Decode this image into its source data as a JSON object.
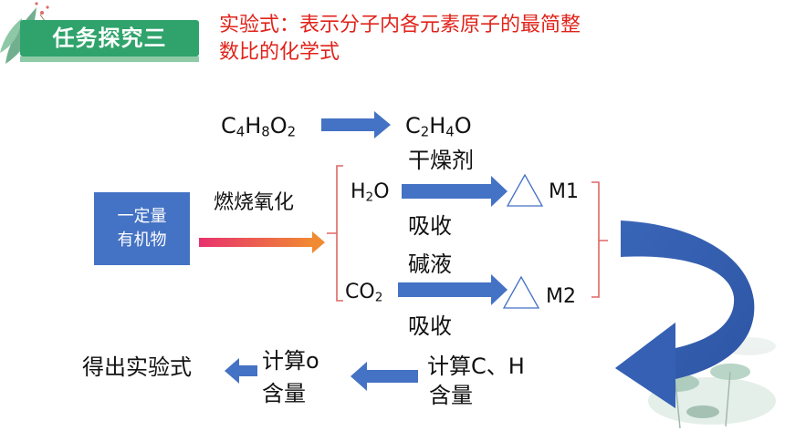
{
  "badge": {
    "title": "任务探究三"
  },
  "definition": {
    "line1": "实验式：表示分子内各元素原子的最简整",
    "line2": "数比的化学式"
  },
  "top_row": {
    "left": {
      "c": "C",
      "n1": "4",
      "h": "H",
      "n2": "8",
      "o": "O",
      "n3": "2"
    },
    "right": {
      "c": "C",
      "n1": "2",
      "h": "H",
      "n2": "4",
      "o": "O"
    }
  },
  "sample_box": {
    "line1": "一定量",
    "line2": "有机物"
  },
  "combustion_label": "燃烧氧化",
  "water_branch": {
    "reagent": "干燥剂",
    "formula": {
      "h": "H",
      "n": "2",
      "o": "O"
    },
    "action": "吸收",
    "mass": "M1"
  },
  "co2_branch": {
    "reagent": "碱液",
    "formula": {
      "co": "CO",
      "n": "2"
    },
    "action": "吸收",
    "mass": "M2"
  },
  "bottom_row": {
    "calc_ch": {
      "line1": "计算C、H",
      "line2": "含量"
    },
    "calc_o": {
      "line1": "计算o",
      "line2": "含量"
    },
    "result": "得出实验式"
  },
  "colors": {
    "arrow_blue": "#4472c4",
    "bracket_red": "#e06666",
    "gradient_start": "#e8326e",
    "gradient_end": "#f08a33",
    "badge_green": "#2fa36b",
    "definition_red": "#e0231b"
  }
}
